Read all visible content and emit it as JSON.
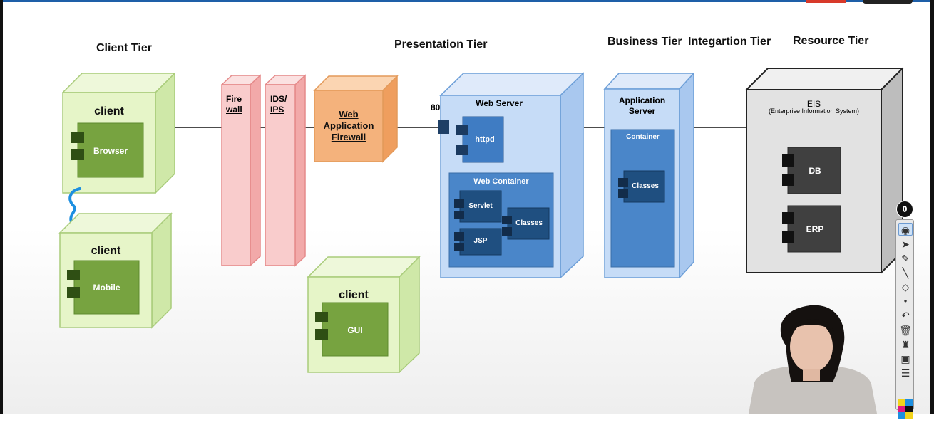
{
  "tiers": {
    "client": "Client Tier",
    "presentation": "Presentation Tier",
    "business": "Business Tier",
    "integration": "Integartion Tier",
    "resource": "Resource Tier"
  },
  "clients": {
    "browser_client": {
      "title": "client",
      "component": "Browser"
    },
    "mobile_client": {
      "title": "client",
      "component": "Mobile"
    },
    "gui_client": {
      "title": "client",
      "component": "GUI"
    }
  },
  "security": {
    "firewall": [
      "Fire",
      "wall"
    ],
    "ids": [
      "IDS/",
      "IPS"
    ],
    "waf": [
      "Web",
      "Application",
      "Firewall"
    ]
  },
  "web_server": {
    "port": "80",
    "title": "Web Server",
    "httpd": "httpd",
    "container_title": "Web Container",
    "servlet": "Servlet",
    "jsp": "JSP",
    "classes": "Classes"
  },
  "app_server": {
    "title": [
      "Application",
      "Server"
    ],
    "container_title": "Container",
    "classes": "Classes"
  },
  "eis": {
    "title": "EIS",
    "subtitle": "(Enterprise Information System)",
    "db": "DB",
    "erp": "ERP"
  },
  "colors": {
    "client_face": "#e6f5c8",
    "client_border": "#9cc46a",
    "component_fill": "#77a340",
    "security_red": "#f7c8c8",
    "waf_orange": "#f4b27c",
    "server_blue": "#c6dcf7",
    "container_blue": "#4a86c9",
    "component_dark_blue": "#1e4f80",
    "eis_gray": "#e2e2e2",
    "eis_component": "#404040"
  },
  "toolbar": {
    "icons": [
      "pen-icon",
      "eye-icon",
      "pointer-icon",
      "highlighter-icon",
      "line-icon",
      "eraser-icon",
      "dot-icon",
      "undo-icon",
      "trash-icon",
      "stamp-icon",
      "camera-icon",
      "clipboard-icon",
      "color-palette-icon"
    ]
  }
}
